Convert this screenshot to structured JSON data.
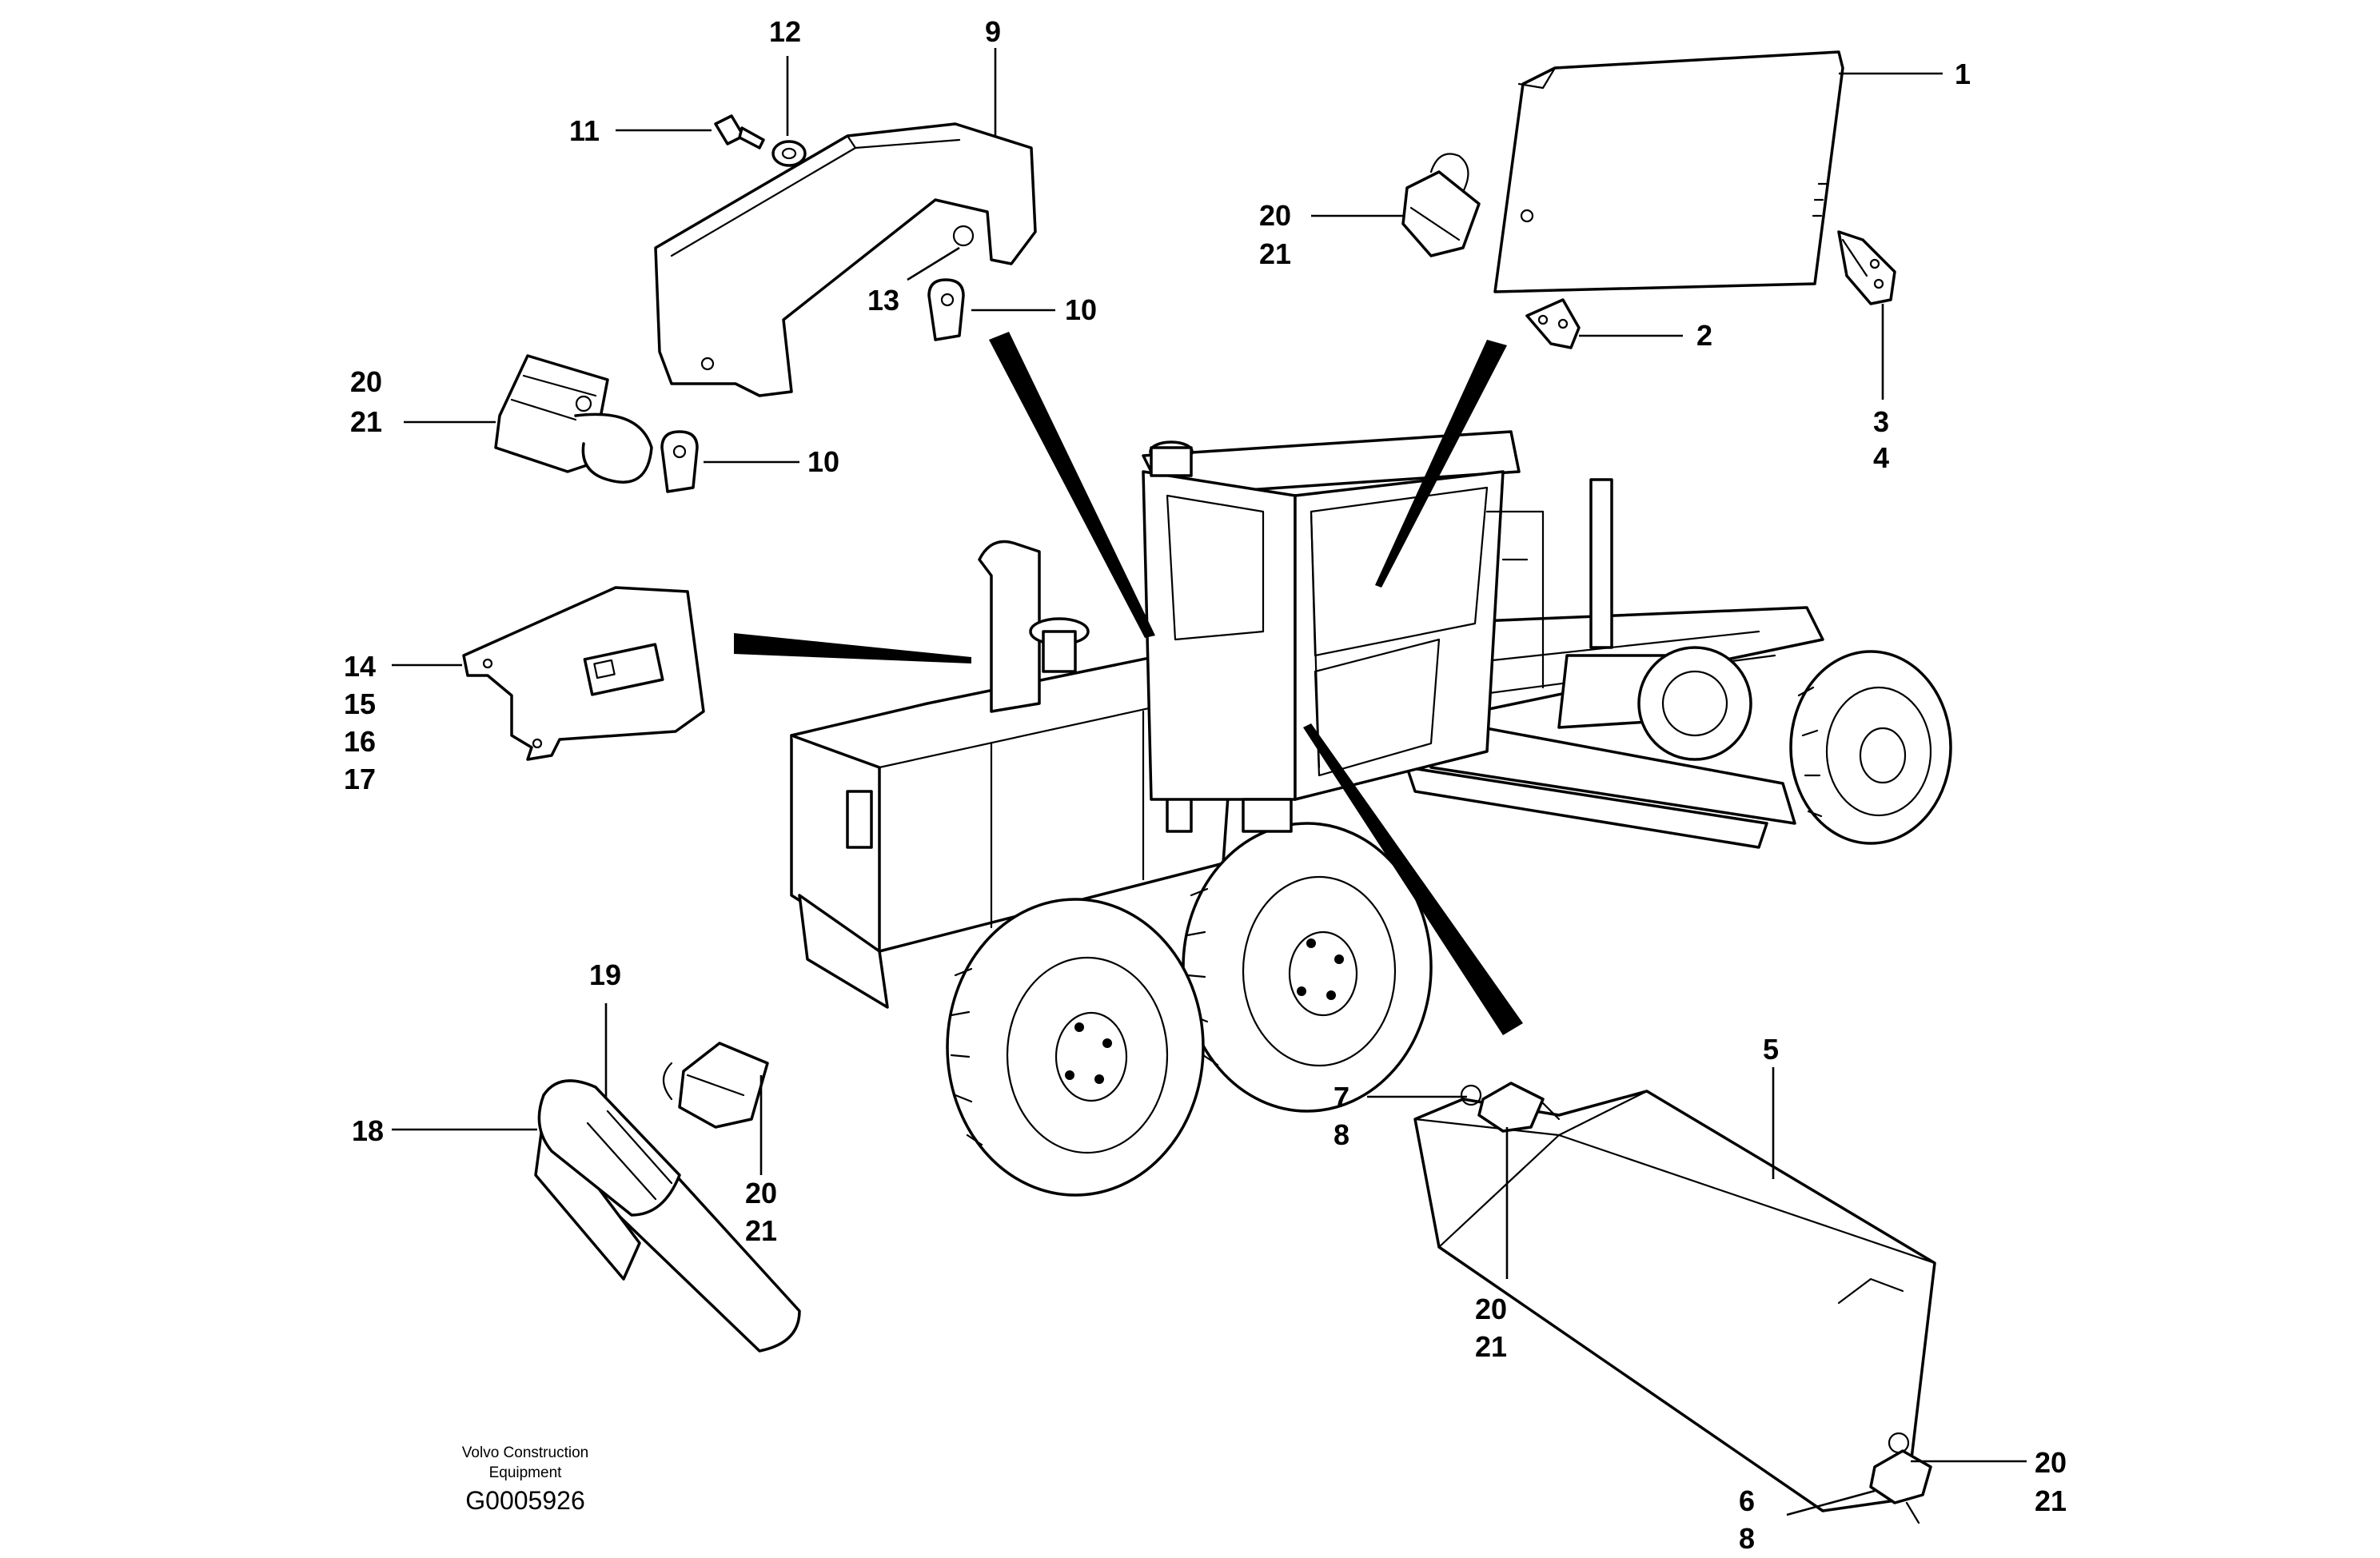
{
  "diagram": {
    "caption": {
      "company_line1": "Volvo Construction",
      "company_line2": "Equipment",
      "drawing_number": "G0005926"
    },
    "callouts": {
      "c1": "1",
      "c2": "2",
      "c3": "3",
      "c4": "4",
      "c5": "5",
      "c6": "6",
      "c7": "7",
      "c8a": "8",
      "c8b": "8",
      "c9": "9",
      "c10a": "10",
      "c10b": "10",
      "c11": "11",
      "c12": "12",
      "c13": "13",
      "c14": "14",
      "c15": "15",
      "c16": "16",
      "c17": "17",
      "c18": "18",
      "c19": "19",
      "c20a": "20",
      "c21a": "21",
      "c20b": "20",
      "c21b": "21",
      "c20c": "20",
      "c21c": "21",
      "c20d": "20",
      "c21d": "21",
      "c20e": "20",
      "c21e": "21"
    },
    "colors": {
      "ink": "#000000",
      "paper": "#ffffff"
    }
  }
}
